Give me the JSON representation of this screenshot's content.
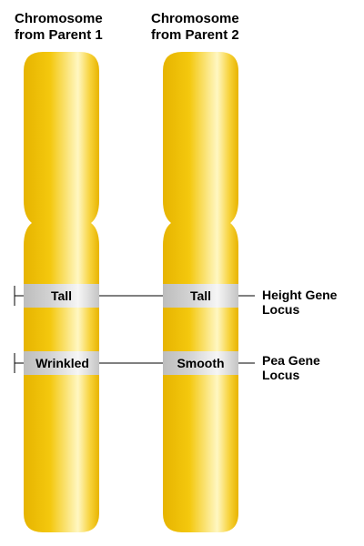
{
  "chromosomes": {
    "parent1": {
      "title_line1": "Chromosome",
      "title_line2": "from Parent 1",
      "height_allele": "Tall",
      "pea_allele": "Wrinkled"
    },
    "parent2": {
      "title_line1": "Chromosome",
      "title_line2": "from Parent 2",
      "height_allele": "Tall",
      "pea_allele": "Smooth"
    }
  },
  "loci": {
    "height": {
      "line1": "Height Gene",
      "line2": "Locus"
    },
    "pea": {
      "line1": "Pea Gene",
      "line2": "Locus"
    }
  },
  "colors": {
    "chromosome_dark": "#e8b800",
    "chromosome_mid": "#f6cf1a",
    "chromosome_highlight": "#fff6b8",
    "band_fill": "#cfcfcf",
    "band_highlight": "#f4f4f4",
    "line": "#000000"
  }
}
